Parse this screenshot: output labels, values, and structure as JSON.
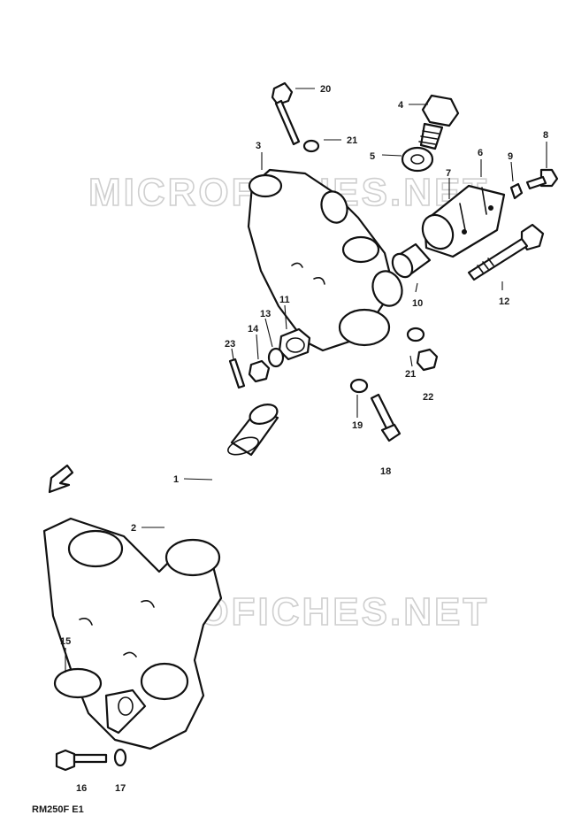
{
  "watermark": "MICROFICHES.NET",
  "diagram_code": "RM250F E1",
  "part_labels": [
    "20",
    "4",
    "21",
    "3",
    "5",
    "6",
    "9",
    "8",
    "7",
    "12",
    "10",
    "11",
    "13",
    "14",
    "23",
    "21",
    "22",
    "19",
    "18",
    "1",
    "2",
    "15",
    "16",
    "17"
  ],
  "colors": {
    "ink": "#111111",
    "watermark": "#cfcfcf",
    "background": "#ffffff"
  }
}
